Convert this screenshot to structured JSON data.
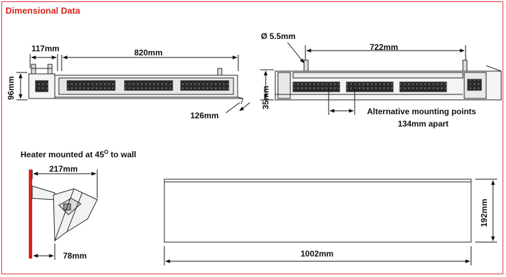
{
  "title": "Dimensional Data",
  "front_view": {
    "dim_side_width": "117mm",
    "dim_length": "820mm",
    "dim_height": "96mm",
    "dim_depth": "126mm"
  },
  "rear_view": {
    "dim_hole": "Ø 5.5mm",
    "dim_mount_span": "722mm",
    "dim_offset": "35mm",
    "alt_mount_line1": "Alternative mounting points",
    "alt_mount_line2": "134mm apart"
  },
  "side_view": {
    "caption_prefix": "Heater mounted at 45",
    "caption_degree": "O",
    "caption_suffix": " to wall",
    "dim_projection": "217mm",
    "dim_wall_gap": "78mm"
  },
  "top_view": {
    "dim_length": "1002mm",
    "dim_width": "192mm"
  },
  "colors": {
    "border": "#e0343a",
    "title": "#d9251d",
    "wall": "#e02020",
    "line": "#222222"
  }
}
